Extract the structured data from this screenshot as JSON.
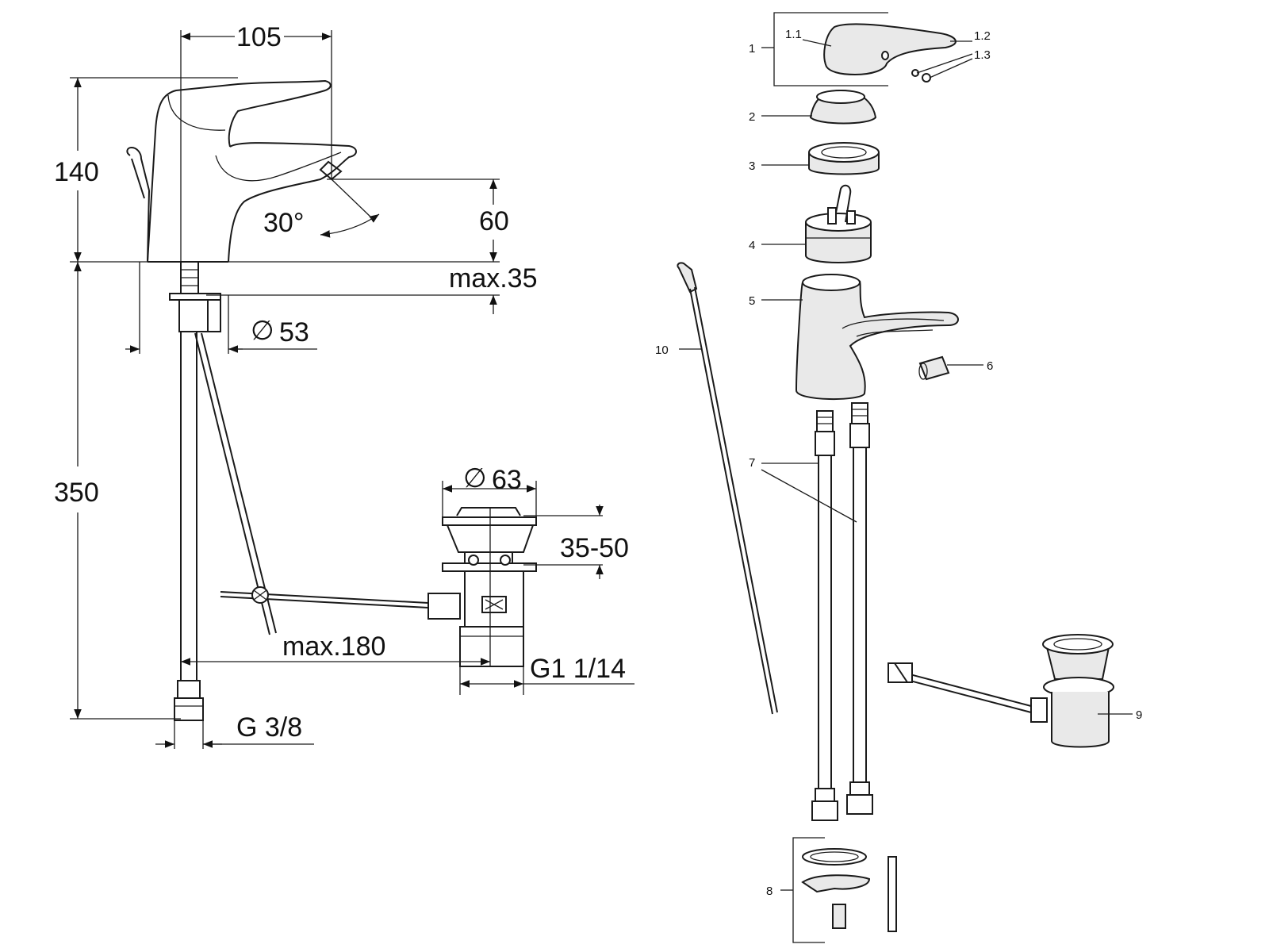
{
  "dimensions": {
    "spout_reach": "105",
    "faucet_height": "140",
    "spout_clearance": "60",
    "lever_angle": "30°",
    "deck_thickness": "max.35",
    "base_diameter": "53",
    "hose_length": "350",
    "waste_diameter": "63",
    "waste_height": "35-50",
    "pull_rod_length": "max.180",
    "waste_thread": "G1 1/14",
    "supply_thread": "G 3/8"
  },
  "diameter_symbol": "∅",
  "callouts": {
    "c1": "1",
    "c1_1": "1.1",
    "c1_2": "1.2",
    "c1_3": "1.3",
    "c2": "2",
    "c3": "3",
    "c4": "4",
    "c5": "5",
    "c6": "6",
    "c7": "7",
    "c8": "8",
    "c9": "9",
    "c10": "10"
  }
}
